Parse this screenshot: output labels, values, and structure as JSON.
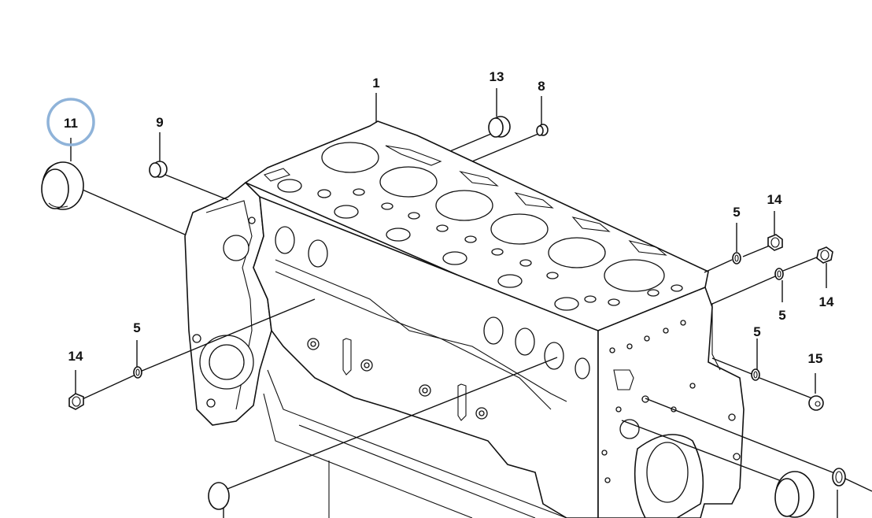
{
  "diagram": {
    "highlight_color": "#8fb3d9",
    "callouts": {
      "c1": "1",
      "c13": "13",
      "c8": "8",
      "c11": "11",
      "c9": "9",
      "c5a": "5",
      "c14a": "14",
      "c14b": "14",
      "c5b": "5",
      "c14c": "14",
      "c5c": "5",
      "c5d": "5",
      "c15": "15"
    },
    "highlighted_callout": "11"
  }
}
